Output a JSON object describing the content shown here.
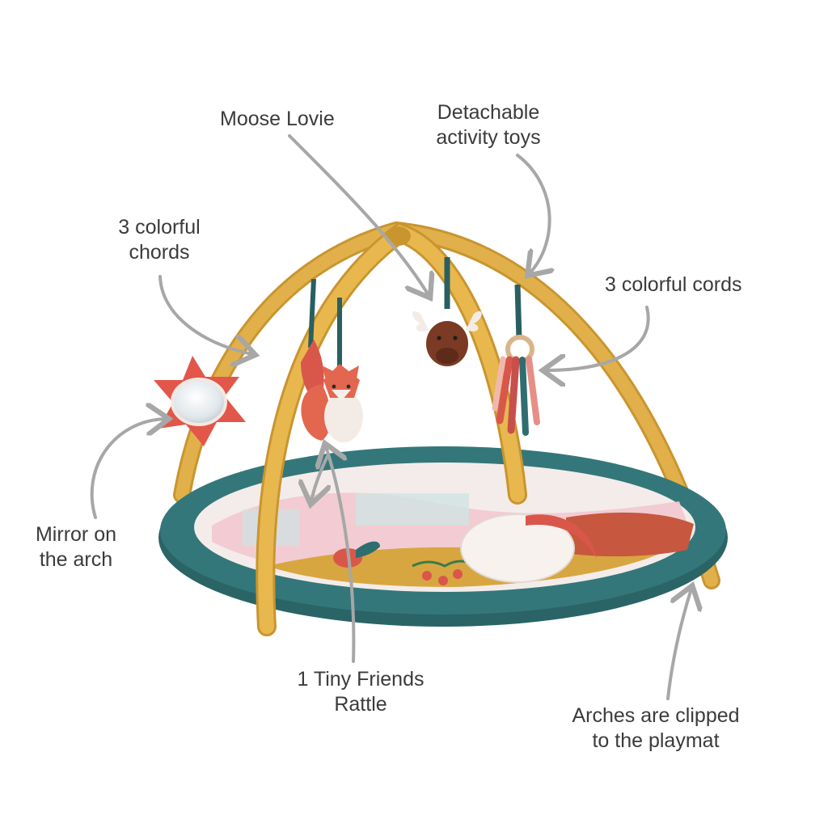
{
  "labels": {
    "moose_lovie": {
      "lines": [
        "Moose Lovie"
      ]
    },
    "detachable_toys": {
      "lines": [
        "Detachable",
        "activity toys"
      ]
    },
    "colorful_chords": {
      "lines": [
        "3 colorful",
        "chords"
      ]
    },
    "colorful_cords": {
      "lines": [
        "3 colorful cords"
      ]
    },
    "mirror_arch": {
      "lines": [
        "Mirror on",
        "the arch"
      ]
    },
    "rattle": {
      "lines": [
        "1 Tiny Friends",
        "Rattle"
      ]
    },
    "arches_clipped": {
      "lines": [
        "Arches are clipped",
        "to the playmat"
      ]
    }
  },
  "colors": {
    "background": "#ffffff",
    "label_text": "#3b3b3b",
    "arrow": "#a7a7a7",
    "arch": "#e2b04a",
    "mat_ring": "#2f6e70",
    "mat_center": "#f4ecea",
    "mat_mustard": "#d8a640",
    "accent_red": "#d9574a",
    "moose_brown": "#7a3a24"
  }
}
